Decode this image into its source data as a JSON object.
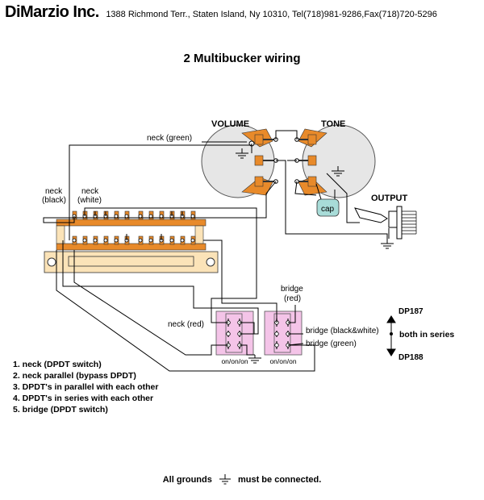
{
  "header": {
    "brand": "DiMarzio Inc.",
    "address": "1388 Richmond Terr., Staten Island, Ny 10310, Tel(718)981-9286,Fax(718)720-5296"
  },
  "title": "2 Multibucker wiring",
  "labels": {
    "volume": "VOLUME",
    "tone": "TONE",
    "output": "OUTPUT",
    "cap": "cap",
    "neck_green": "neck (green)",
    "neck_black_1": "neck",
    "neck_black_2": "(black)",
    "neck_white_1": "neck",
    "neck_white_2": "(white)",
    "neck_red": "neck (red)",
    "bridge_red_1": "bridge",
    "bridge_red_2": "(red)",
    "bridge_black_white": "bridge (black&white)",
    "bridge_green": "bridge (green)",
    "switch_pos_1": "on/on/on",
    "switch_pos_2": "on/on/on",
    "dp187": "DP187",
    "dp188": "DP188",
    "both_series": "both in series"
  },
  "legend": [
    "1. neck (DPDT switch)",
    "2. neck parallel (bypass DPDT)",
    "3. DPDT's in parallel with each other",
    "4. DPDT's in series with each other",
    "5. bridge (DPDT switch)"
  ],
  "footer": {
    "before": "All grounds",
    "after": "must be connected."
  },
  "colors": {
    "pot_body": "#e6e6e6",
    "pot_tab": "#e88a2a",
    "switch_body": "#f4c4e8",
    "pickup_selector": "#fbe3b8",
    "cap": "#a8dcd8",
    "wire": "#000000"
  }
}
